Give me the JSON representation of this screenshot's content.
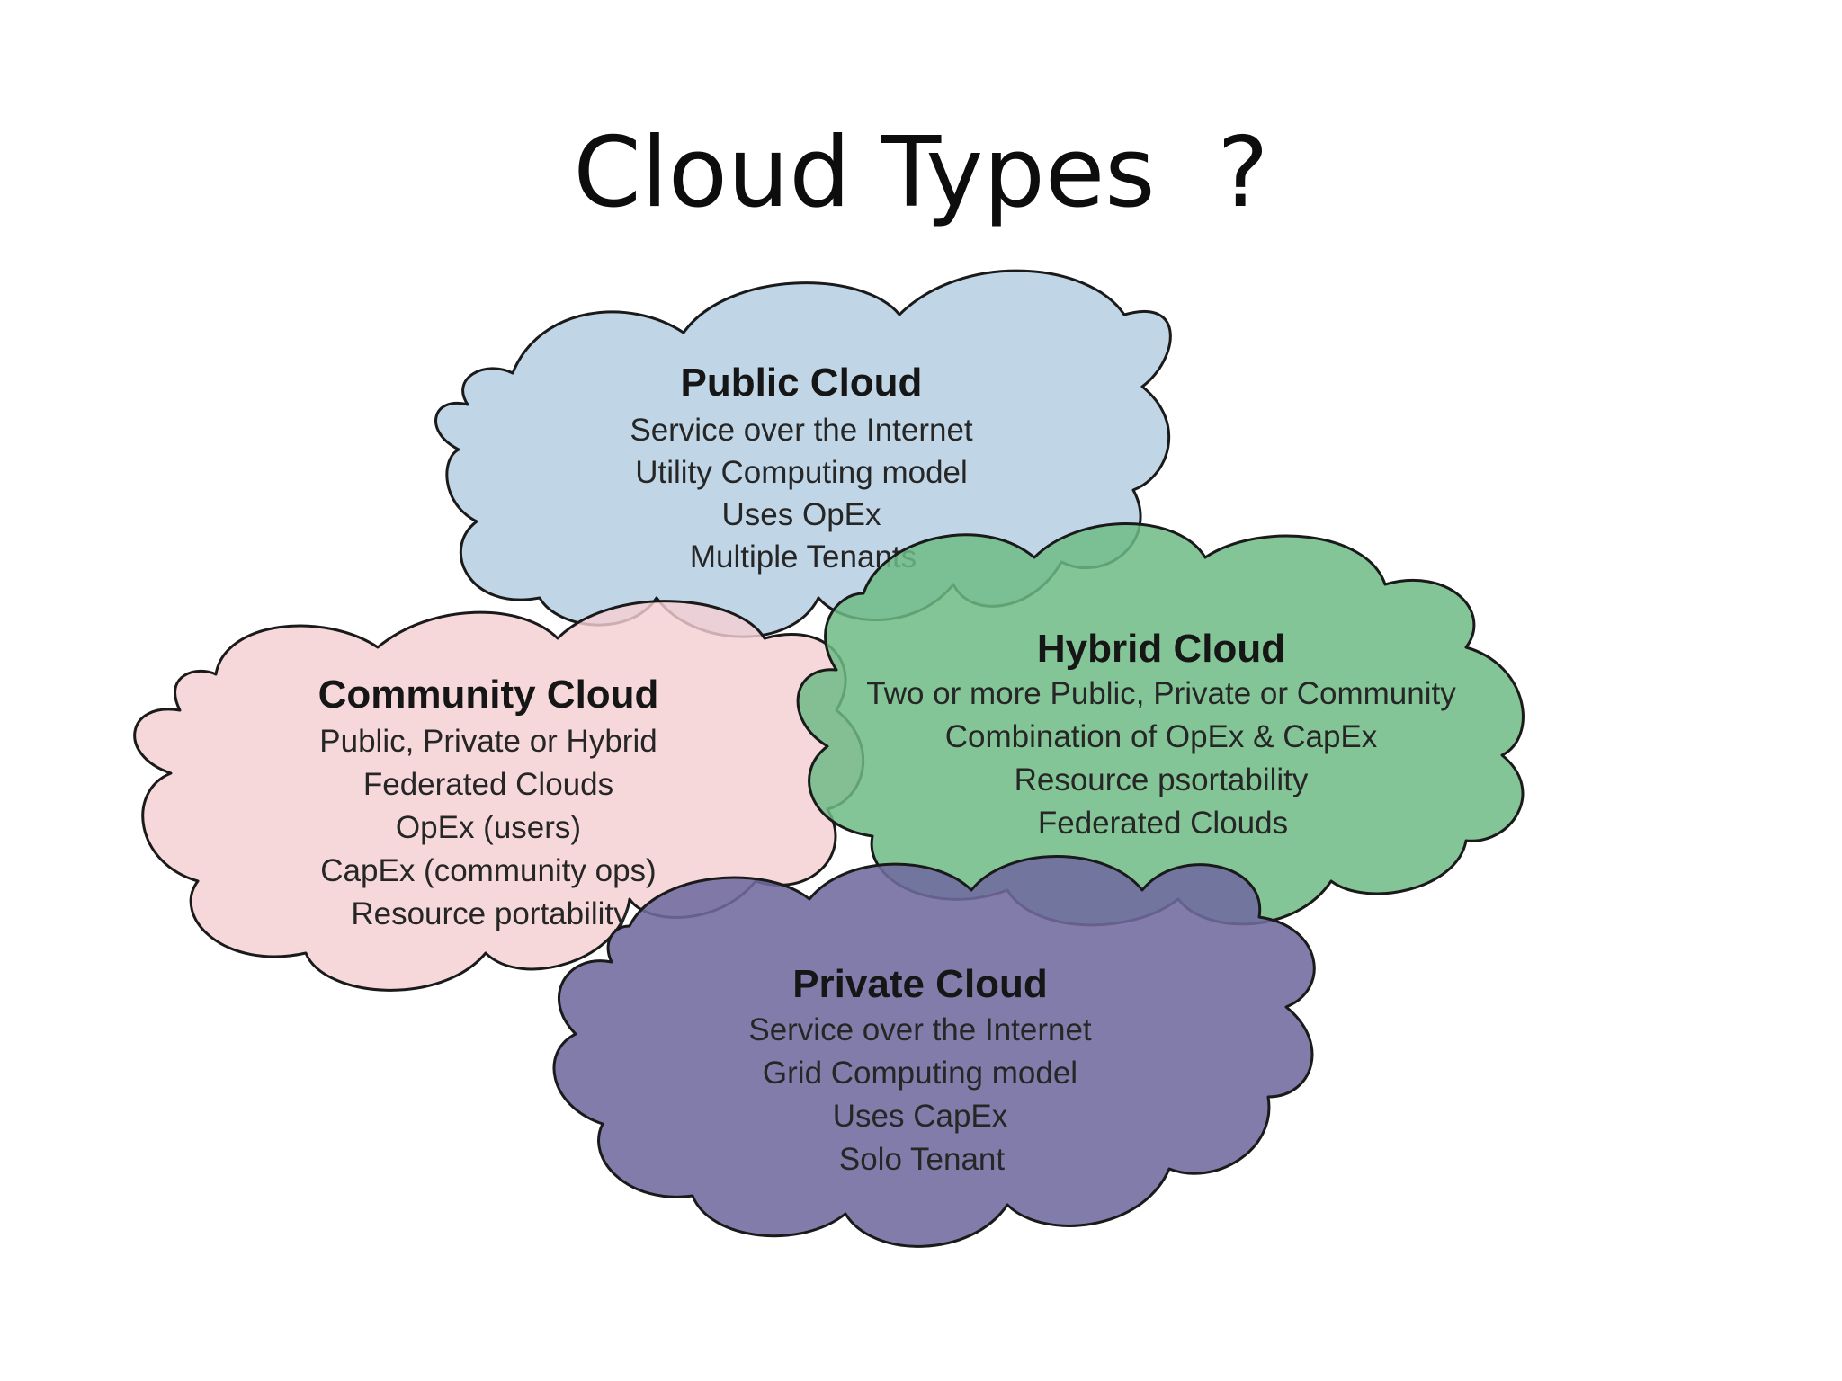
{
  "title": "Cloud Types  ?",
  "clouds": {
    "public": {
      "heading": "Public Cloud",
      "lines": [
        "Service over the Internet",
        "Utility Computing model",
        "Uses OpEx",
        "Multiple Tenants"
      ],
      "fill": "#b9d2e3"
    },
    "community": {
      "heading": "Community Cloud",
      "lines": [
        "Public, Private or Hybrid",
        "Federated Clouds",
        "OpEx (users)",
        "CapEx (community ops)",
        "Resource portability"
      ],
      "fill": "#f4cfd3"
    },
    "hybrid": {
      "heading": "Hybrid Cloud",
      "lines": [
        "Two or more Public, Private or Community",
        "Combination of OpEx & CapEx",
        "Resource psortability",
        "Federated Clouds"
      ],
      "fill": "#6fbb86"
    },
    "private": {
      "heading": "Private Cloud",
      "lines": [
        "Service over the Internet",
        "Grid Computing model",
        "Uses CapEx",
        "Solo Tenant"
      ],
      "fill": "#6f6a9e"
    }
  }
}
